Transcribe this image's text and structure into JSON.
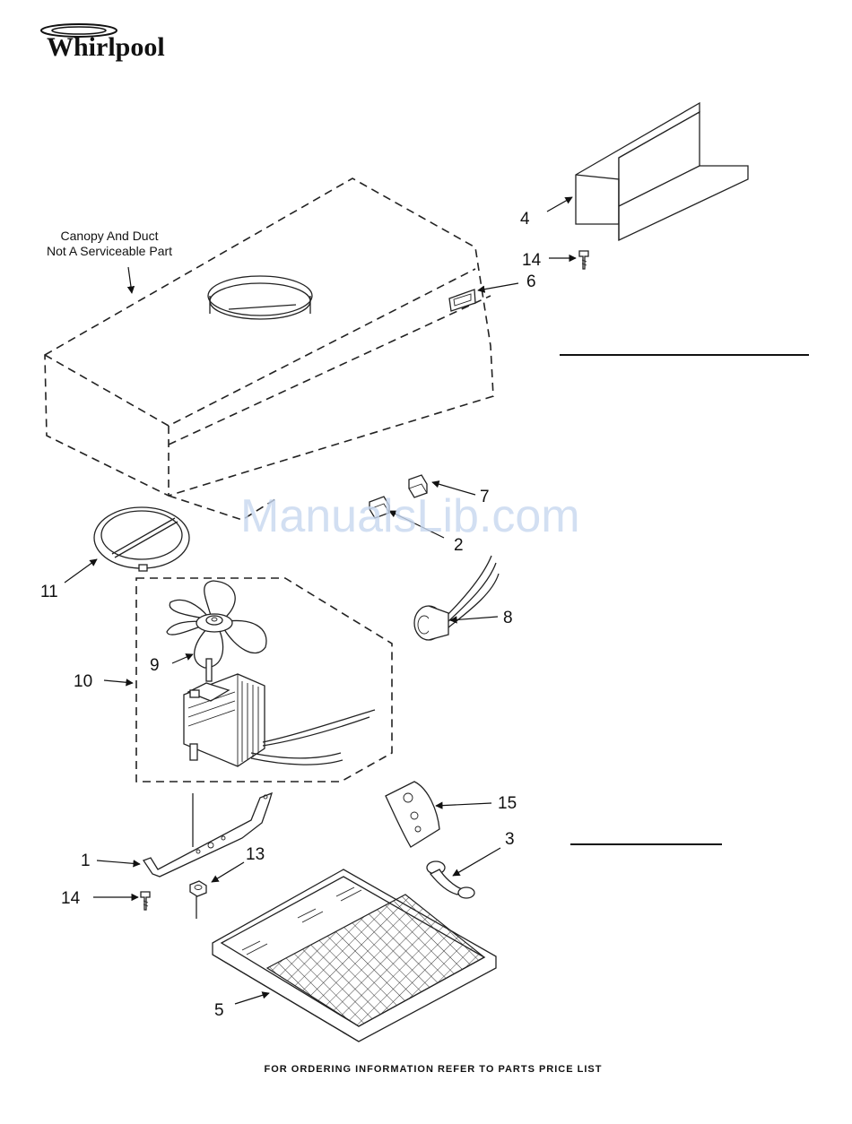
{
  "brand": {
    "name": "Whirlpool"
  },
  "note": {
    "line1": "Canopy And Duct",
    "line2": "Not A Serviceable Part"
  },
  "watermark": "ManualsLib.com",
  "footer": "FOR ORDERING INFORMATION REFER TO PARTS PRICE LIST",
  "callouts": {
    "c1": "1",
    "c2": "2",
    "c3": "3",
    "c4": "4",
    "c5": "5",
    "c6": "6",
    "c7": "7",
    "c8": "8",
    "c9": "9",
    "c10": "10",
    "c11": "11",
    "c13": "13",
    "c14a": "14",
    "c14b": "14",
    "c15": "15"
  }
}
